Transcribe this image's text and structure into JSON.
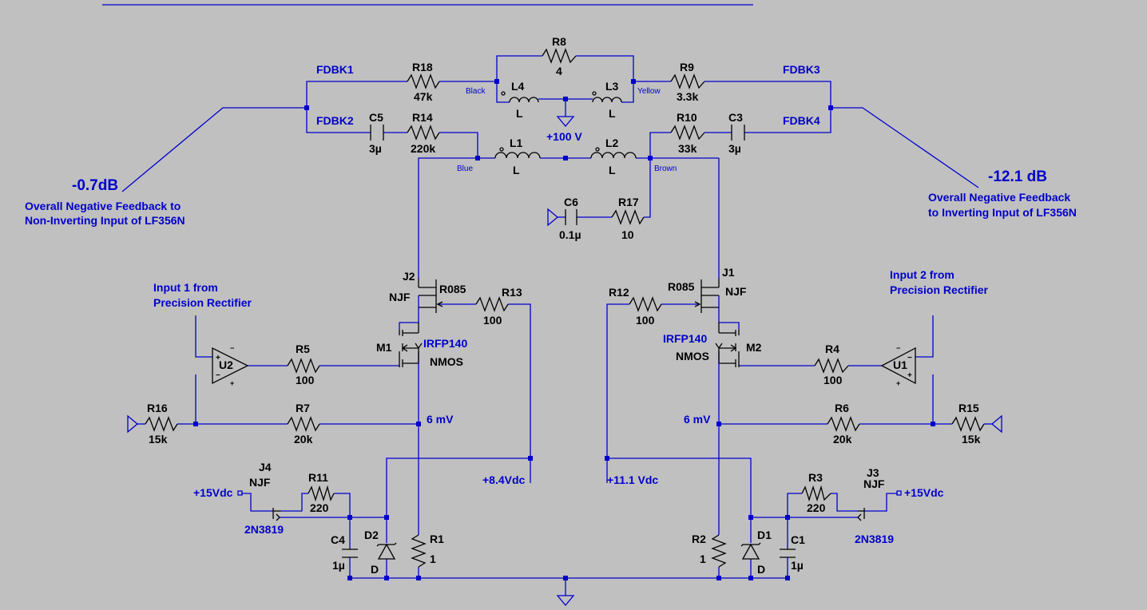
{
  "diagram": {
    "nets": {
      "fdbk1": "FDBK1",
      "fdbk2": "FDBK2",
      "fdbk3": "FDBK3",
      "fdbk4": "FDBK4"
    },
    "components": {
      "r8": {
        "name": "R8",
        "value": "4"
      },
      "r18": {
        "name": "R18",
        "value": "47k"
      },
      "r9": {
        "name": "R9",
        "value": "3.3k"
      },
      "l4": {
        "name": "L4",
        "value": "L"
      },
      "l3": {
        "name": "L3",
        "value": "L"
      },
      "c5": {
        "name": "C5",
        "value": "3µ"
      },
      "r14": {
        "name": "R14",
        "value": "220k"
      },
      "r10": {
        "name": "R10",
        "value": "33k"
      },
      "c3": {
        "name": "C3",
        "value": "3µ"
      },
      "l1": {
        "name": "L1",
        "value": "L"
      },
      "l2": {
        "name": "L2",
        "value": "L"
      },
      "c6": {
        "name": "C6",
        "value": "0.1µ"
      },
      "r17": {
        "name": "R17",
        "value": "10"
      },
      "j2": {
        "name": "J2",
        "type": "NJF",
        "model": "R085"
      },
      "j1": {
        "name": "J1",
        "type": "NJF",
        "model": "R085"
      },
      "r13": {
        "name": "R13",
        "value": "100"
      },
      "r12": {
        "name": "R12",
        "value": "100"
      },
      "m1": {
        "name": "M1",
        "model": "IRFP140",
        "type": "NMOS"
      },
      "m2": {
        "name": "M2",
        "model": "IRFP140",
        "type": "NMOS"
      },
      "u2": {
        "name": "U2"
      },
      "u1": {
        "name": "U1"
      },
      "r5": {
        "name": "R5",
        "value": "100"
      },
      "r4": {
        "name": "R4",
        "value": "100"
      },
      "r16": {
        "name": "R16",
        "value": "15k"
      },
      "r7": {
        "name": "R7",
        "value": "20k"
      },
      "r6": {
        "name": "R6",
        "value": "20k"
      },
      "r15": {
        "name": "R15",
        "value": "15k"
      },
      "j4": {
        "name": "J4",
        "type": "NJF",
        "model": "2N3819"
      },
      "j3": {
        "name": "J3",
        "type": "NJF",
        "model": "2N3819"
      },
      "r11": {
        "name": "R11",
        "value": "220"
      },
      "r3": {
        "name": "R3",
        "value": "220"
      },
      "c4": {
        "name": "C4",
        "value": "1µ"
      },
      "c1": {
        "name": "C1",
        "value": "1µ"
      },
      "d2": {
        "name": "D2",
        "value": "D"
      },
      "d1": {
        "name": "D1",
        "value": "D"
      },
      "r1": {
        "name": "R1",
        "value": "1"
      },
      "r2": {
        "name": "R2",
        "value": "1"
      }
    },
    "wire_labels": {
      "black": "Black",
      "yellow": "Yellow",
      "blue": "Blue",
      "brown": "Brown"
    },
    "voltages": {
      "v100": "+100 V",
      "v6mv_left": "6 mV",
      "v6mv_right": "6 mV",
      "v84": "+8.4Vdc",
      "v111": "+11.1 Vdc",
      "v15_left": "+15Vdc",
      "v15_right": "+15Vdc"
    },
    "annotations": {
      "db_left": "-0.7dB",
      "db_right": "-12.1 dB",
      "feedback_left_1": "Overall Negative Feedback to",
      "feedback_left_2": "Non-Inverting Input of LF356N",
      "feedback_right_1": "Overall Negative Feedback",
      "feedback_right_2": "to Inverting Input of LF356N",
      "input1_1": "Input 1 from",
      "input1_2": "Precision Rectifier",
      "input2_1": "Input 2 from",
      "input2_2": "Precision Rectifier"
    }
  }
}
